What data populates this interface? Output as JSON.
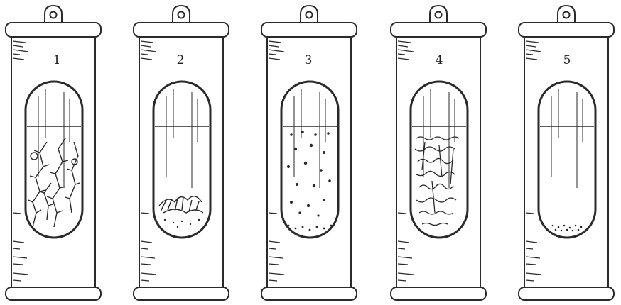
{
  "tubes": [
    {
      "number": "1",
      "contents": "feathery-crystal-growth"
    },
    {
      "number": "2",
      "contents": "small-cluster-at-bottom"
    },
    {
      "number": "3",
      "contents": "dispersed-particles"
    },
    {
      "number": "4",
      "contents": "curly-fibrous-mass"
    },
    {
      "number": "5",
      "contents": "clear-with-sediment"
    }
  ],
  "colors": {
    "ink": "#2a2a2a",
    "paper": "#ffffff"
  }
}
